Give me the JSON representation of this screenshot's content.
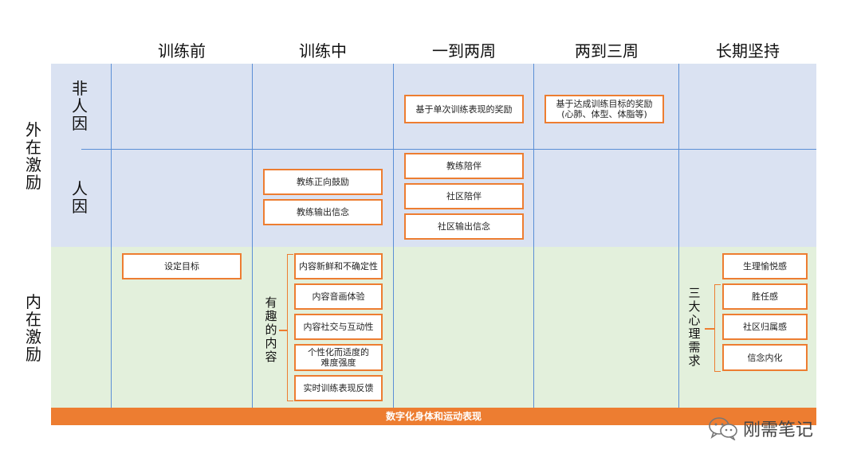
{
  "columns": [
    "训练前",
    "训练中",
    "一到两周",
    "两到三周",
    "长期坚持"
  ],
  "row_labels": {
    "extrinsic": "外在激励",
    "intrinsic": "内在激励",
    "non_human": "非人因",
    "human": "人因"
  },
  "boxes": {
    "reward_single": "基于单次训练表现的奖励",
    "reward_goal_line1": "基于达成训练目标的奖励",
    "reward_goal_line2": "(心肺、体型、体脂等)",
    "coach_encourage": "教练正向鼓励",
    "coach_belief": "教练输出信念",
    "coach_accompany": "教练陪伴",
    "community_accompany": "社区陪伴",
    "community_belief": "社区输出信念",
    "set_goal": "设定目标",
    "content_fresh": "内容新鲜和不确定性",
    "content_av": "内容音画体验",
    "content_social": "内容社交与互动性",
    "content_difficulty_line1": "个性化而适度的",
    "content_difficulty_line2": "难度强度",
    "content_feedback": "实时训练表现反馈",
    "pleasure": "生理愉悦感",
    "competence": "胜任感",
    "belonging": "社区归属感",
    "belief": "信念内化"
  },
  "bracket_labels": {
    "fun_content": "有趣的内容",
    "three_needs": "三大心理需求"
  },
  "bottom_bar": "数字化身体和运动表现",
  "watermark": "刚需笔记",
  "colors": {
    "blue_band": "#dae2f2",
    "green_band": "#e3f0dc",
    "grid_line": "#5b8fd6",
    "accent": "#ed7d31"
  },
  "icons": [
    "wechat-icon"
  ]
}
